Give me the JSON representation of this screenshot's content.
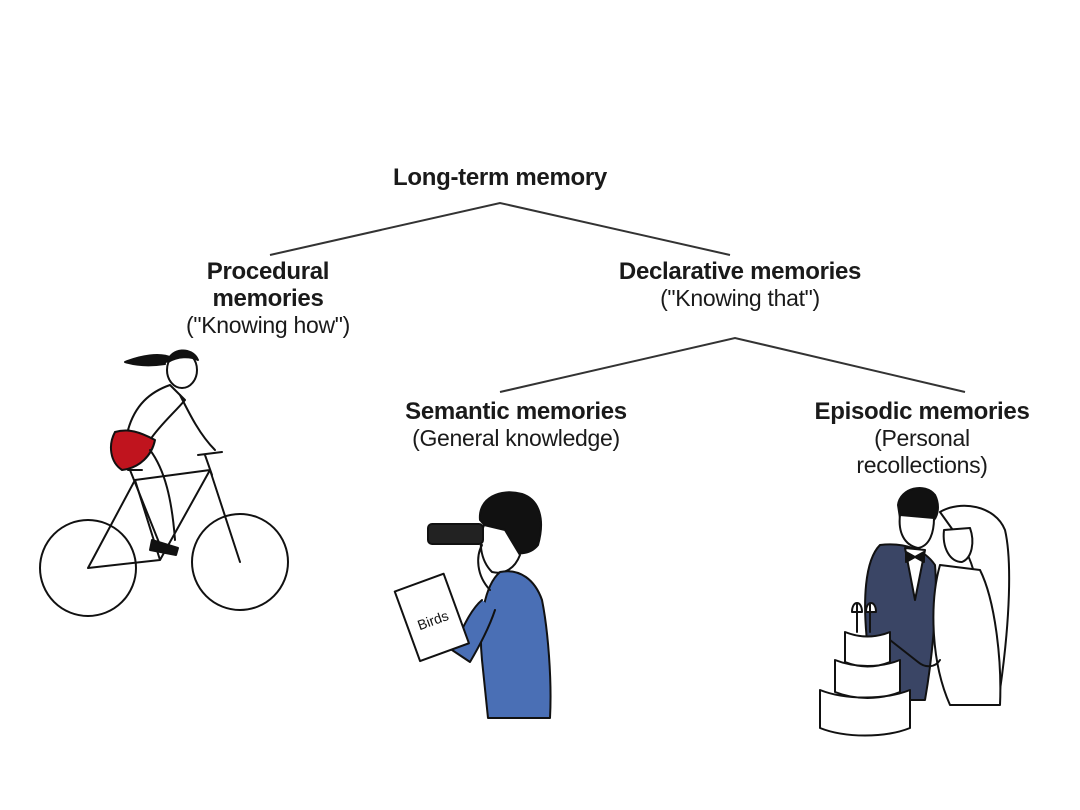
{
  "diagram": {
    "root": {
      "title": "Long-term memory"
    },
    "procedural": {
      "title_line1": "Procedural",
      "title_line2": "memories",
      "subtitle": "(\"Knowing how\")"
    },
    "declarative": {
      "title": "Declarative memories",
      "subtitle": "(\"Knowing that\")"
    },
    "semantic": {
      "title": "Semantic memories",
      "subtitle": "(General knowledge)"
    },
    "episodic": {
      "title": "Episodic memories",
      "subtitle_line1": "(Personal",
      "subtitle_line2": "recollections)"
    },
    "book_text": "Birds"
  },
  "colors": {
    "line": "#333333",
    "shorts": "#c0141e",
    "shirt_blue": "#4a6fb5",
    "suit_navy": "#3a4565"
  }
}
